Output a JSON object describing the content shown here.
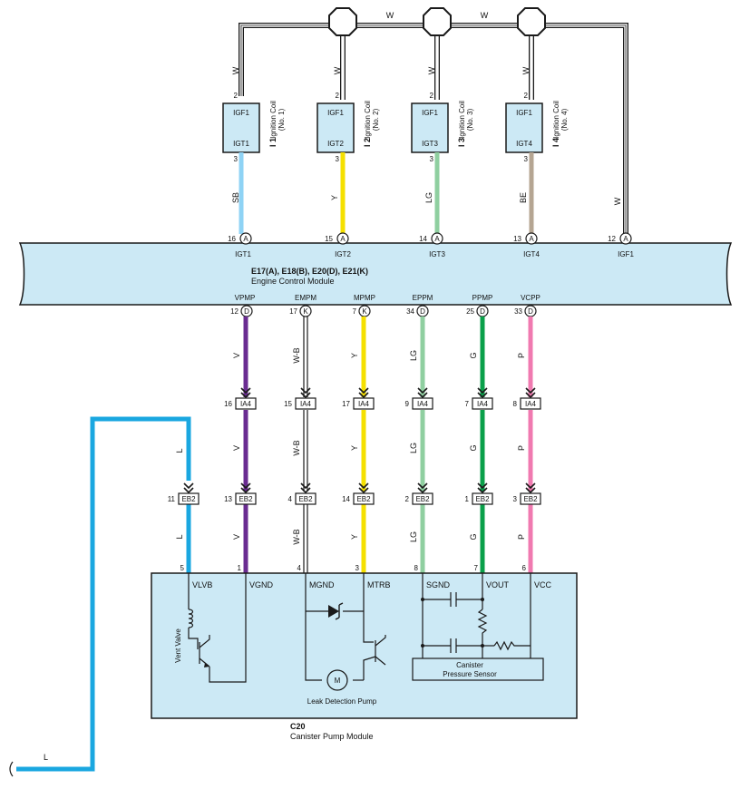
{
  "colors": {
    "box_fill": "#cce9f5",
    "stroke": "#1a1a1a",
    "SB": "#8fd3f5",
    "Y": "#f5e000",
    "LG": "#8fcfa0",
    "BE": "#b5a592",
    "V": "#6a2c91",
    "G": "#0aa04a",
    "P": "#f07ab0",
    "L": "#1aa7e0",
    "W": "#ffffff"
  },
  "ignition": {
    "wire_color_label": "W",
    "pin_top": "2",
    "pin_bottom": "3",
    "coils": [
      {
        "id": "I 1",
        "name": "Ignition Coil",
        "no": "(No. 1)",
        "top": "IGF1",
        "bottom": "IGT1",
        "wire": "SB"
      },
      {
        "id": "I 2",
        "name": "Ignition Coil",
        "no": "(No. 2)",
        "top": "IGF1",
        "bottom": "IGT2",
        "wire": "Y"
      },
      {
        "id": "I 3",
        "name": "Ignition Coil",
        "no": "(No. 3)",
        "top": "IGF1",
        "bottom": "IGT3",
        "wire": "LG"
      },
      {
        "id": "I 4",
        "name": "Ignition Coil",
        "no": "(No. 4)",
        "top": "IGF1",
        "bottom": "IGT4",
        "wire": "BE"
      }
    ]
  },
  "ecm": {
    "code": "E17(A), E18(B), E20(D), E21(K)",
    "name": "Engine Control Module",
    "top_pins": [
      {
        "pin": "16",
        "conn": "A",
        "label": "IGT1"
      },
      {
        "pin": "15",
        "conn": "A",
        "label": "IGT2"
      },
      {
        "pin": "14",
        "conn": "A",
        "label": "IGT3"
      },
      {
        "pin": "13",
        "conn": "A",
        "label": "IGT4"
      },
      {
        "pin": "12",
        "conn": "A",
        "label": "IGF1"
      }
    ],
    "bottom_pins": [
      {
        "pin": "12",
        "conn": "D",
        "label": "VPMP"
      },
      {
        "pin": "17",
        "conn": "K",
        "label": "EMPM"
      },
      {
        "pin": "7",
        "conn": "K",
        "label": "MPMP"
      },
      {
        "pin": "34",
        "conn": "D",
        "label": "EPPM"
      },
      {
        "pin": "25",
        "conn": "D",
        "label": "PPMP"
      },
      {
        "pin": "33",
        "conn": "D",
        "label": "VCPP"
      }
    ]
  },
  "harness": {
    "ia4": {
      "name": "IA4",
      "pins": [
        "16",
        "15",
        "17",
        "9",
        "7",
        "8"
      ]
    },
    "eb2": {
      "name": "EB2",
      "pins": [
        "11",
        "13",
        "4",
        "14",
        "2",
        "1",
        "3"
      ]
    },
    "wire_labels": [
      "L",
      "V",
      "W-B",
      "Y",
      "LG",
      "G",
      "P"
    ]
  },
  "module": {
    "code": "C20",
    "name": "Canister Pump Module",
    "pins": [
      {
        "pin": "5",
        "label": "VLVB"
      },
      {
        "pin": "1",
        "label": "VGND"
      },
      {
        "pin": "4",
        "label": "MGND"
      },
      {
        "pin": "3",
        "label": "MTRB"
      },
      {
        "pin": "8",
        "label": "SGND"
      },
      {
        "pin": "7",
        "label": "VOUT"
      },
      {
        "pin": "6",
        "label": "VCC"
      }
    ],
    "vent_valve": "Vent Valve",
    "motor": "M",
    "pump": "Leak Detection Pump",
    "sensor_l1": "Canister",
    "sensor_l2": "Pressure Sensor"
  },
  "ground_wire_label": "L"
}
